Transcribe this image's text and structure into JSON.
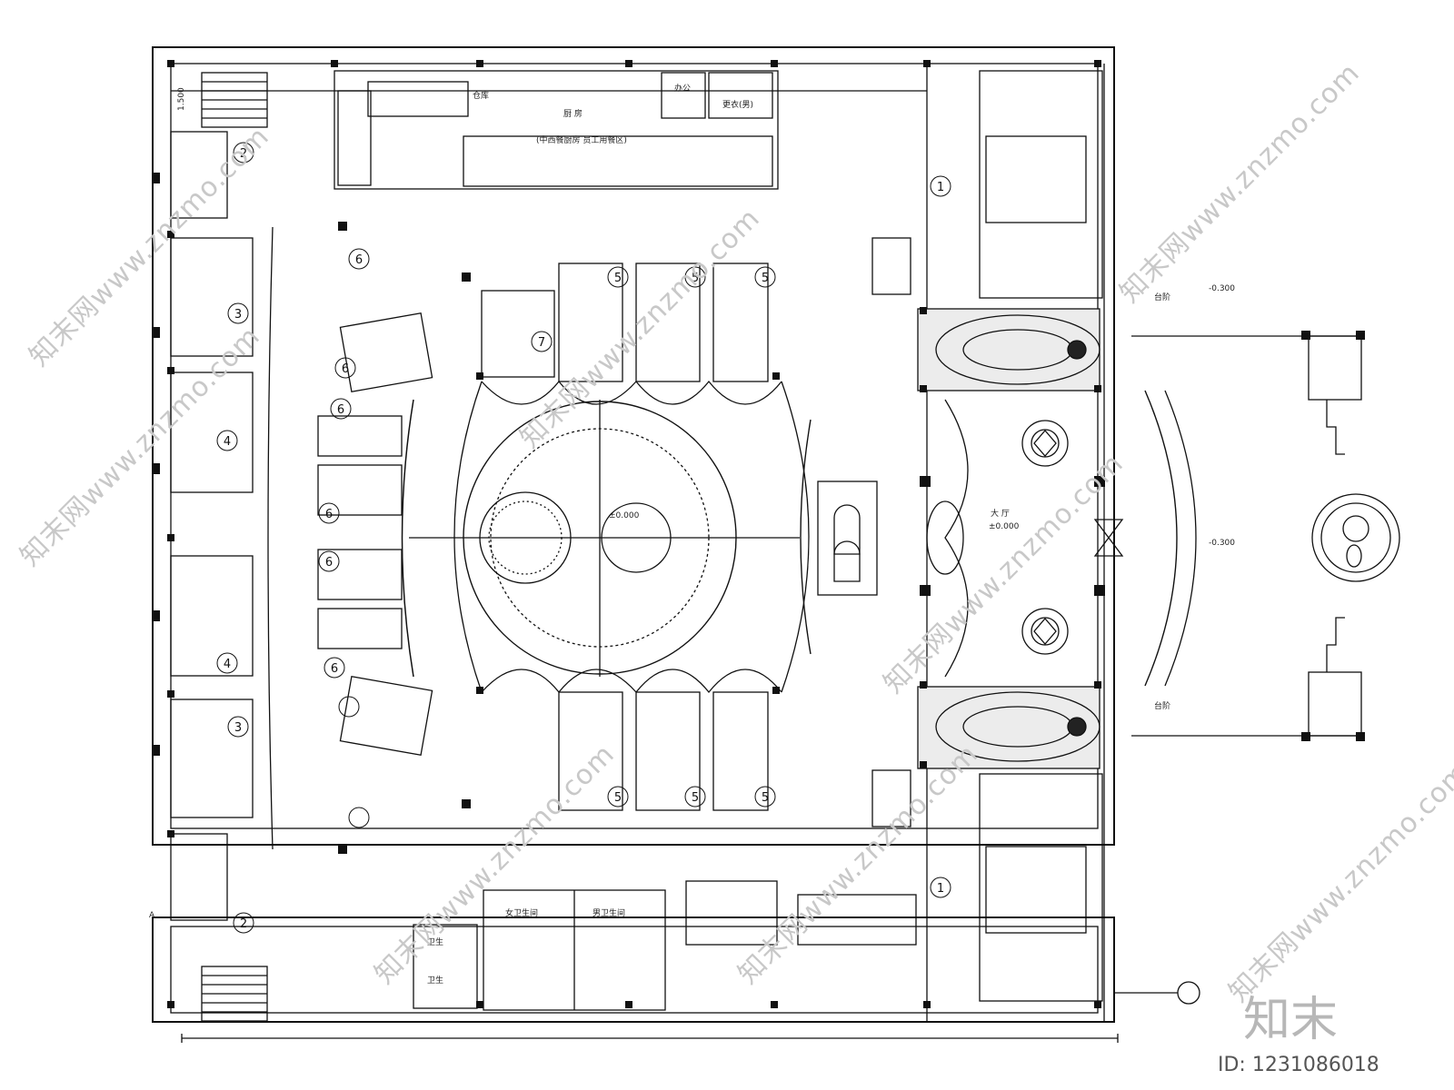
{
  "watermark": {
    "text": "知末网www.znzmo.com",
    "brand": "知末",
    "id_line": "ID: 1231086018"
  },
  "plan": {
    "room_numbers": [
      "①",
      "②",
      "③",
      "④",
      "⑤",
      "⑥",
      "⑦"
    ],
    "left_rooms": [
      {
        "num": "2"
      },
      {
        "num": "3"
      },
      {
        "num": "4"
      },
      {
        "num": "4"
      },
      {
        "num": "3"
      },
      {
        "num": "2"
      }
    ],
    "top_private": [
      {
        "num": "5"
      },
      {
        "num": "5"
      },
      {
        "num": "5"
      }
    ],
    "bottom_private": [
      {
        "num": "5"
      },
      {
        "num": "5"
      },
      {
        "num": "5"
      }
    ],
    "fan_rooms": [
      {
        "num": "6"
      },
      {
        "num": "6"
      },
      {
        "num": "6"
      },
      {
        "num": "6"
      },
      {
        "num": "6"
      },
      {
        "num": "6"
      }
    ],
    "right_vip": [
      {
        "num": "1"
      },
      {
        "num": "1"
      }
    ],
    "room7": "7",
    "labels": {
      "kitchen": "厨 房",
      "kitchen_sub": "(中西餐厨房 员工用餐区)",
      "storage": "仓库",
      "office": "办公",
      "staff": "更衣(男)",
      "hall_elev": "±0.000",
      "lobby": "大 厅",
      "lobby_elev": "±0.000",
      "entrance_elev": "-0.300",
      "terrace_elev": "-0.300",
      "stair_top": "台阶",
      "stair_bottom": "台阶",
      "restroom_women": "女卫生间",
      "restroom_men": "男卫生间",
      "wc_left": "卫生",
      "wc_left2": "卫生",
      "elev_marker": "1.500",
      "grid_a": "A"
    }
  }
}
